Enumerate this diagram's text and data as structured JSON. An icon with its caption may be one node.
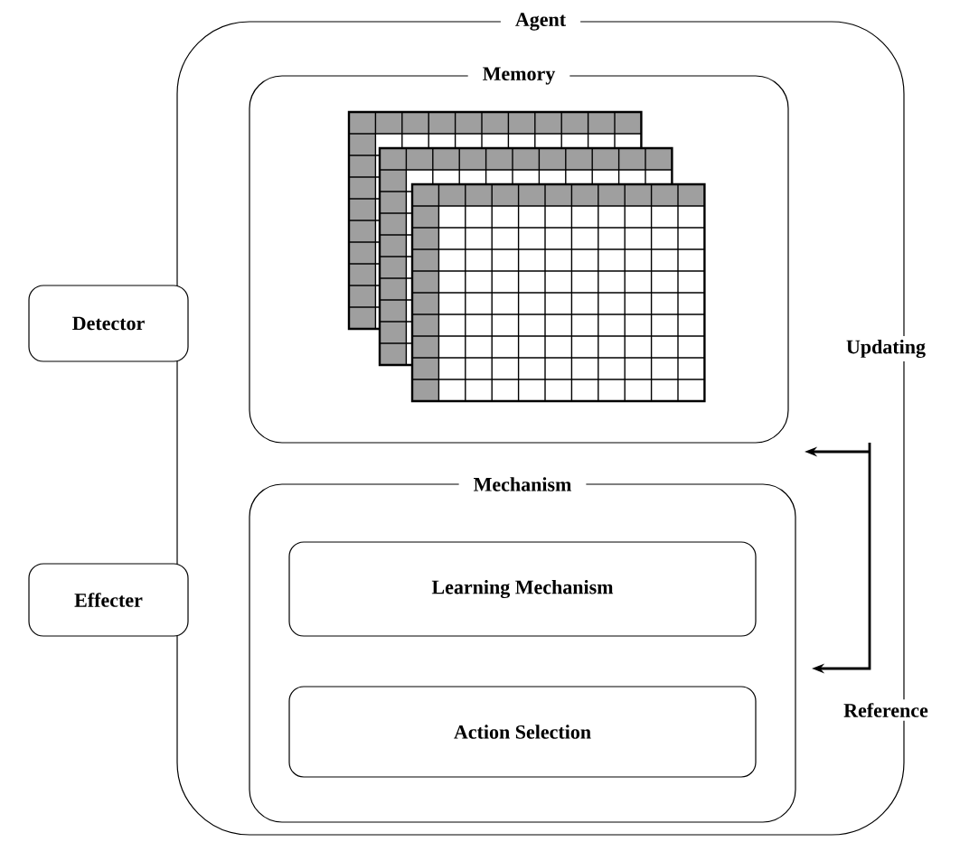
{
  "diagram": {
    "nodes": [
      {
        "text": [
          "Agent"
        ]
      },
      {
        "text": [
          "Memory"
        ],
        "in": 0
      },
      {
        "text": [
          "Detector"
        ]
      },
      {
        "text": [
          "Effecter"
        ]
      },
      {
        "text": [
          "Mechanism"
        ],
        "in": 0
      },
      {
        "text": [
          "Learning Mechanism"
        ],
        "in": 4
      },
      {
        "text": [
          "Action Selection"
        ],
        "in": 4
      }
    ],
    "edges": [
      {
        "from": 4,
        "to": 1,
        "arrow": "both"
      }
    ],
    "labels": [
      "Updating",
      "Reference"
    ]
  }
}
